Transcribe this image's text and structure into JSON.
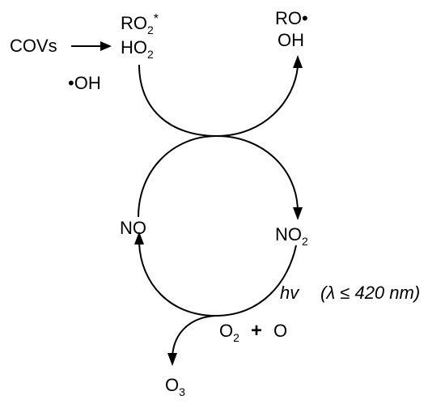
{
  "labels": {
    "covs": "COVs",
    "ro2_base": "RO",
    "ro2_sub": "2",
    "ro2_sup": "*",
    "ho2_base": "HO",
    "ho2_sub": "2",
    "oh_radical": "•OH",
    "ro_radical": "RO•",
    "oh": "OH",
    "no": "NO",
    "no2_base": "NO",
    "no2_sub": "2",
    "hv": "hv",
    "wavelength": "(λ ≤ 420 nm)",
    "o2_base": "O",
    "o2_sub": "2",
    "plus": "+",
    "o": "O",
    "o3_base": "O",
    "o3_sub": "3"
  },
  "colors": {
    "stroke": "#000000",
    "background": "#ffffff"
  }
}
